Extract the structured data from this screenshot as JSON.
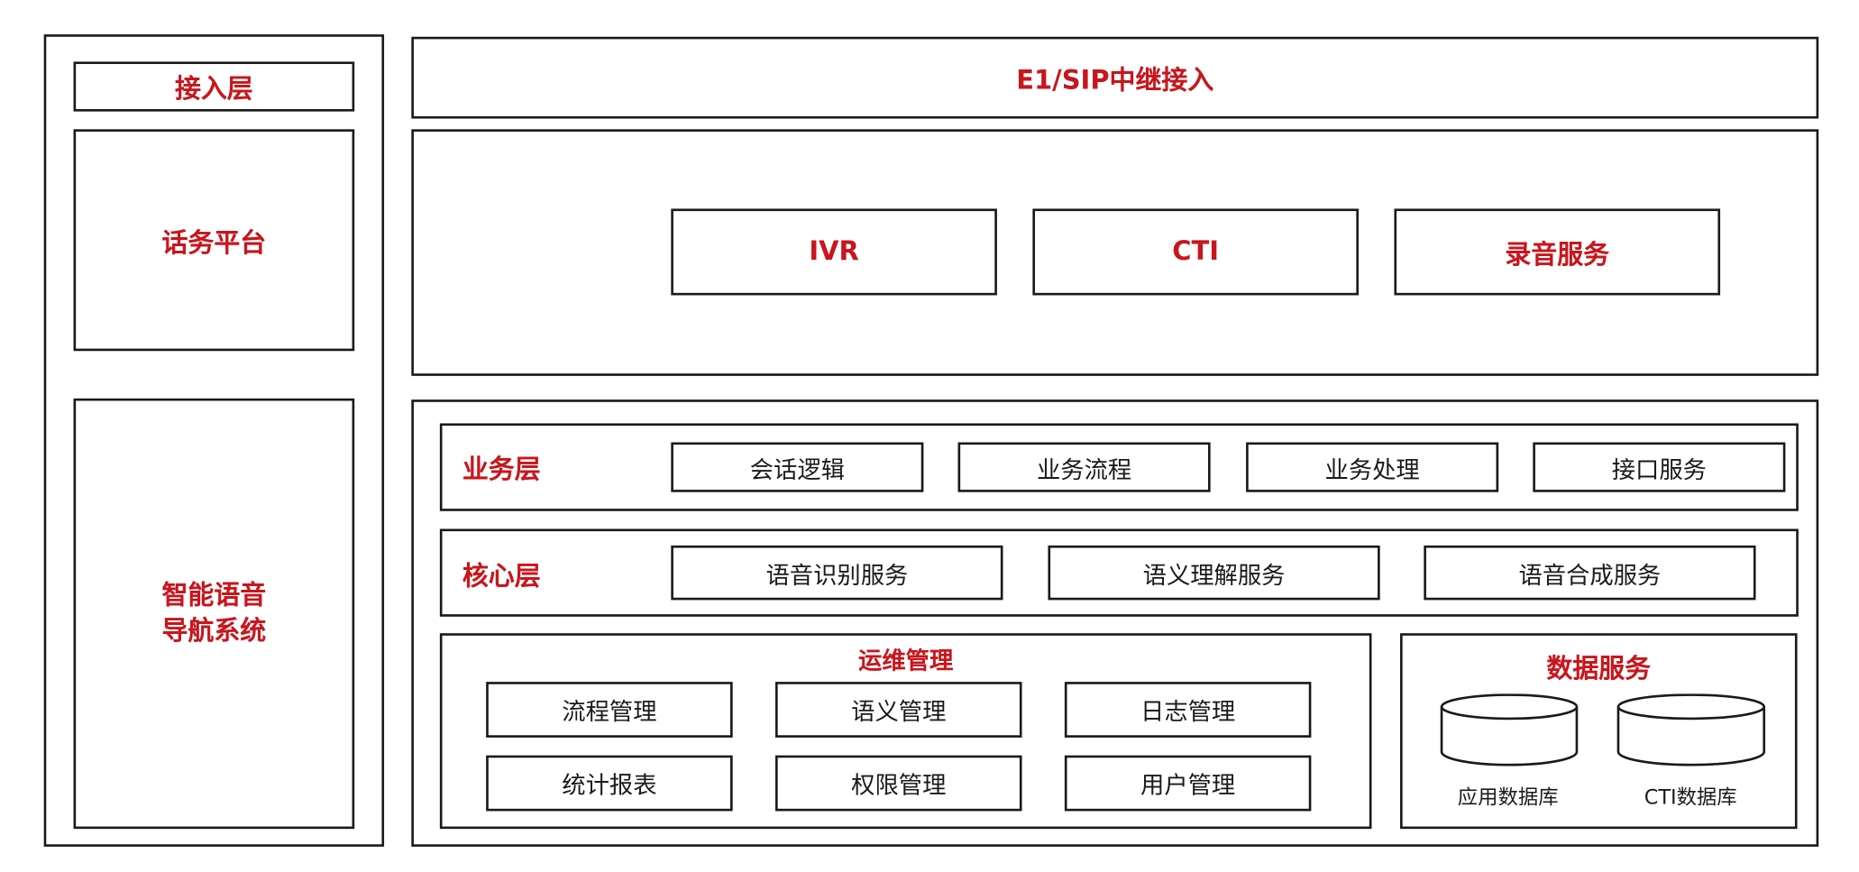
{
  "colors": {
    "accent": "#c8161d",
    "stroke": "#1a1a1a"
  },
  "left": {
    "access": "接入层",
    "platform": "话务平台",
    "nav_line1": "智能语音",
    "nav_line2": "导航系统"
  },
  "trunk": "E1/SIP中继接入",
  "platform_modules": [
    "IVR",
    "CTI",
    "录音服务"
  ],
  "business": {
    "title": "业务层",
    "items": [
      "会话逻辑",
      "业务流程",
      "业务处理",
      "接口服务"
    ]
  },
  "core": {
    "title": "核心层",
    "items": [
      "语音识别服务",
      "语义理解服务",
      "语音合成服务"
    ]
  },
  "ops": {
    "title": "运维管理",
    "items": [
      "流程管理",
      "语义管理",
      "日志管理",
      "统计报表",
      "权限管理",
      "用户管理"
    ]
  },
  "data": {
    "title": "数据服务",
    "dbs": [
      "应用数据库",
      "CTI数据库"
    ]
  }
}
